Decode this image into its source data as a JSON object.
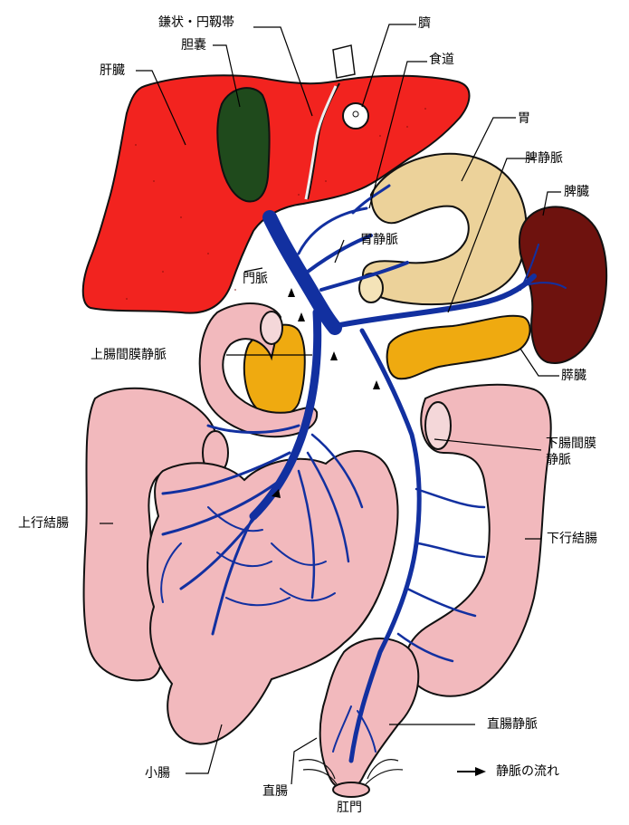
{
  "labels": {
    "ligament": "鎌状・円靱帯",
    "navel": "臍",
    "gallbladder": "胆嚢",
    "esophagus": "食道",
    "liver": "肝臓",
    "stomach": "胃",
    "splenic_vein": "脾静脈",
    "spleen": "脾臓",
    "gastric_vein": "胃静脈",
    "portal_vein": "門脈",
    "sup_mesenteric_vein": "上腸間膜静脈",
    "pancreas": "膵臓",
    "inf_mesenteric_vein_1": "下腸間膜",
    "inf_mesenteric_vein_2": "静脈",
    "ascending_colon": "上行結腸",
    "descending_colon": "下行結腸",
    "rectal_vein": "直腸静脈",
    "small_intestine": "小腸",
    "rectum": "直腸",
    "anus": "肛門",
    "legend": "静脈の流れ"
  },
  "colors": {
    "liver": "#f2231f",
    "gallbladder": "#1f4a1c",
    "stomach": "#ecd29a",
    "spleen": "#6e120e",
    "pancreas": "#efaa10",
    "intestine": "#f2b9bd",
    "vein": "#1230a0",
    "outline": "#111111"
  }
}
